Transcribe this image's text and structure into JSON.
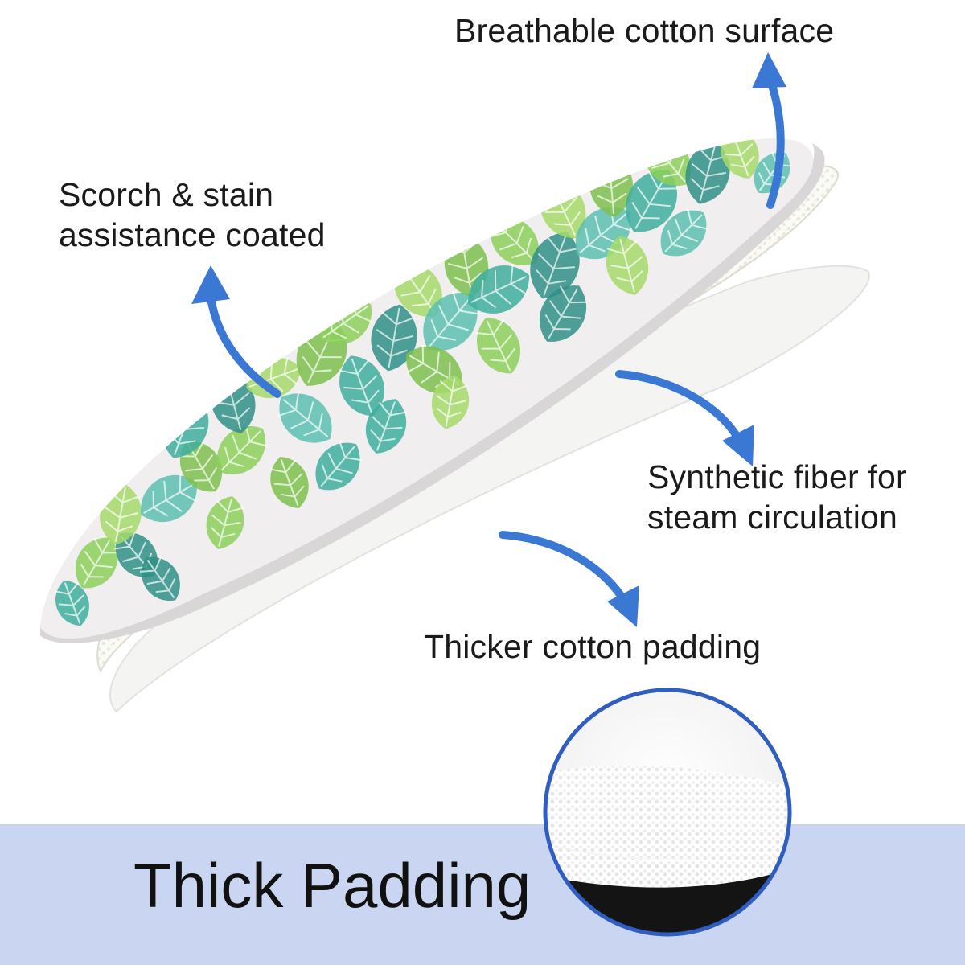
{
  "callouts": {
    "breathable": "Breathable cotton surface",
    "scorch_line1": "Scorch & stain",
    "scorch_line2": "assistance coated",
    "synthetic_line1": "Synthetic fiber for",
    "synthetic_line2": "steam circulation",
    "thicker": "Thicker cotton padding"
  },
  "headline": "Thick Padding",
  "colors": {
    "arrow": "#3a78d4",
    "band": "#c9d5f1",
    "leaf_teal": "#3fae9e",
    "leaf_green": "#8ccf5a",
    "circle_border": "#2f5dc0",
    "fabric_background": "#f1eef0"
  },
  "icons": {
    "callout_arrow": "curved-arrow-icon"
  }
}
